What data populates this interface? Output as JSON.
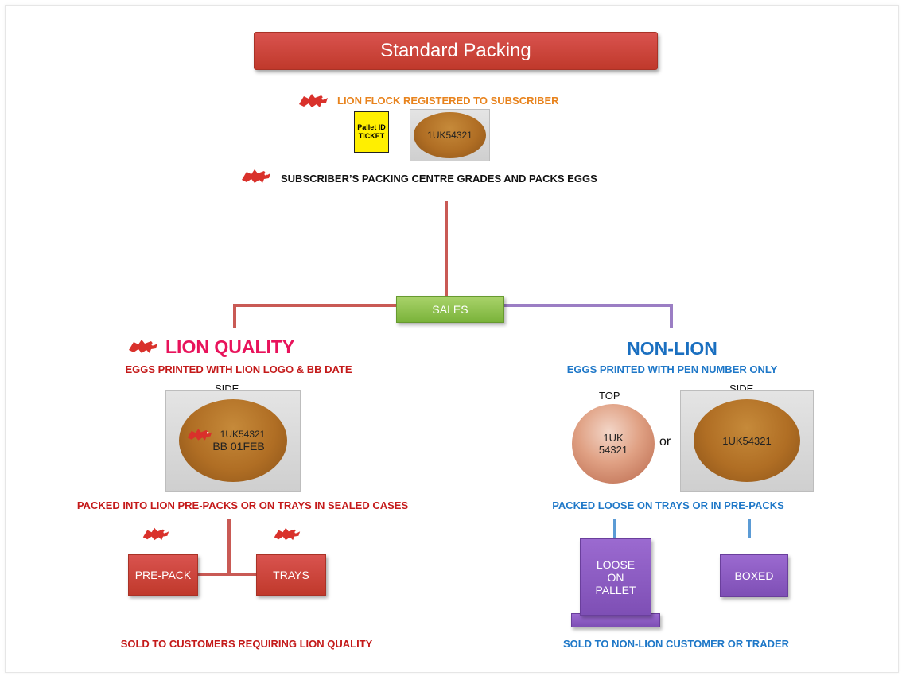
{
  "title": "Standard Packing",
  "flock_text": "LION FLOCK REGISTERED TO SUBSCRIBER",
  "ticket_text": "Pallet ID TICKET",
  "egg_top_code": "1UK54321",
  "packing_centre_text": "SUBSCRIBER’S PACKING CENTRE GRADES AND PACKS EGGS",
  "sales_label": "SALES",
  "lion": {
    "heading": "LION QUALITY",
    "subheading": "EGGS PRINTED WITH LION LOGO & BB DATE",
    "side_label": "SIDE",
    "egg_code": "1UK54321",
    "egg_date": "BB 01FEB",
    "packed_text": "PACKED INTO LION PRE-PACKS OR ON TRAYS IN SEALED CASES",
    "prepack_label": "PRE-PACK",
    "trays_label": "TRAYS",
    "sold_text": "SOLD TO CUSTOMERS REQUIRING LION QUALITY"
  },
  "nonlion": {
    "heading": "NON-LION",
    "subheading": "EGGS PRINTED WITH PEN NUMBER ONLY",
    "top_label": "TOP",
    "top_code_line1": "1UK",
    "top_code_line2": "54321",
    "or_text": "or",
    "side_label": "SIDE",
    "side_code": "1UK54321",
    "packed_text": "PACKED LOOSE ON TRAYS OR IN PRE-PACKS",
    "loose_line1": "LOOSE",
    "loose_line2": "ON",
    "loose_line3": "PALLET",
    "boxed_label": "BOXED",
    "sold_text": "SOLD TO NON-LION CUSTOMER OR TRADER"
  },
  "colors": {
    "red": "#c0392b",
    "green": "#7ab33a",
    "purple": "#7e4fb5",
    "pink": "#e8135b",
    "blue": "#1f78c8",
    "orange": "#e8831d",
    "ticket_yellow": "#ffef00"
  },
  "icons": [
    "lion-logo-icon"
  ]
}
